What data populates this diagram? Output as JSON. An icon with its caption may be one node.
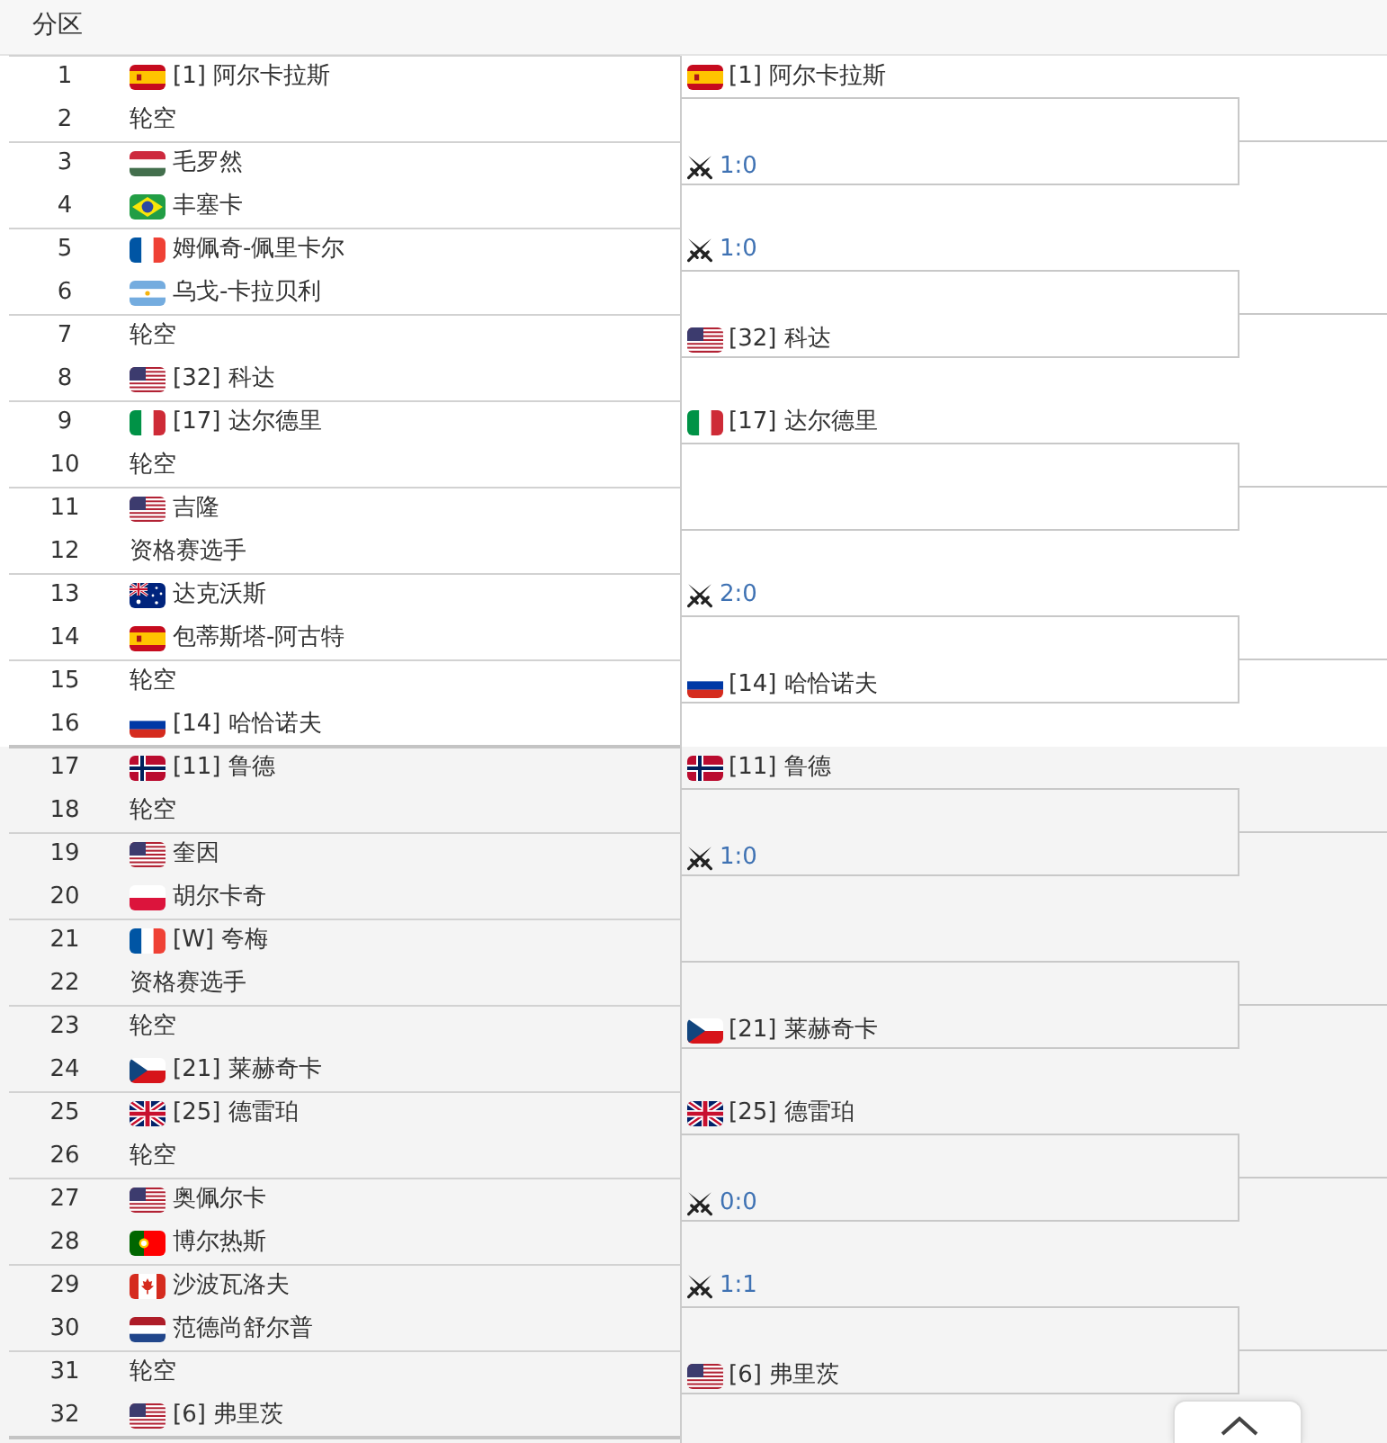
{
  "diagram": {
    "title": "分区",
    "labels": [
      "1",
      "[1] 阿尔卡拉斯",
      "2",
      "轮空",
      "3",
      "毛罗然",
      "4",
      "丰塞卡",
      "5",
      "姆佩奇-佩里卡尔",
      "6",
      "乌戈-卡拉贝利",
      "7",
      "轮空",
      "8",
      "[32] 科达",
      "9",
      "[17] 达尔德里",
      "10",
      "轮空",
      "11",
      "吉隆",
      "12",
      "资格赛选手",
      "13",
      "达克沃斯",
      "14",
      "包蒂斯塔-阿古特",
      "15",
      "轮空",
      "16",
      "[14] 哈恰诺夫",
      "17",
      "[11] 鲁德",
      "18",
      "轮空",
      "19",
      "奎因",
      "20",
      "胡尔卡奇",
      "21",
      "[W] 夸梅",
      "22",
      "资格赛选手",
      "23",
      "轮空",
      "24",
      "[21] 莱赫奇卡",
      "25",
      "[25] 德雷珀",
      "26",
      "轮空",
      "27",
      "奥佩尔卡",
      "28",
      "博尔热斯",
      "29",
      "沙波瓦洛夫",
      "30",
      "范德尚舒尔普",
      "31",
      "轮空",
      "32",
      "[6] 弗里茨",
      "[1] 阿尔卡拉斯",
      "1:0",
      "1:0",
      "[32] 科达",
      "[17] 达尔德里",
      "2:0",
      "[14] 哈恰诺夫",
      "[11] 鲁德",
      "1:0",
      "[21] 莱赫奇卡",
      "[25] 德雷珀",
      "0:0",
      "1:1",
      "[6] 弗里茨"
    ]
  }
}
